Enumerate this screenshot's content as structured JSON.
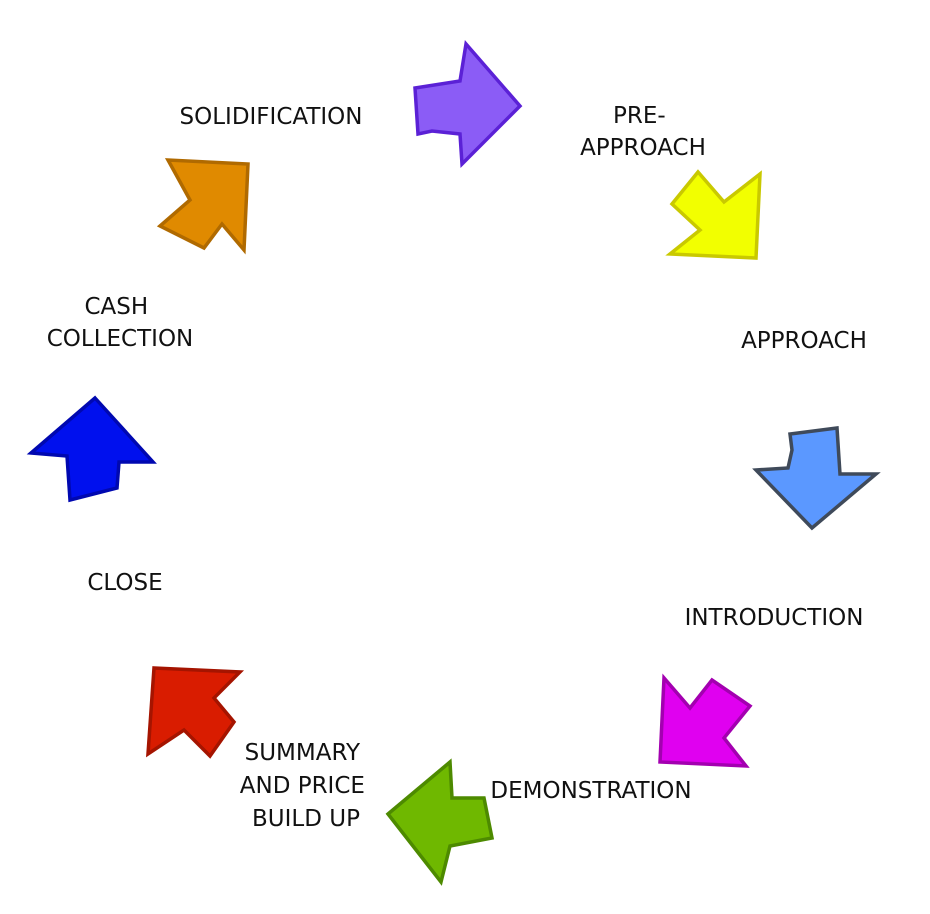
{
  "diagram": {
    "stages": [
      {
        "id": "pre-approach",
        "lines": [
          "PRE-",
          "APPROACH"
        ],
        "arrow_color": "#8b5cf6",
        "arrow_stroke": "#5b21d6"
      },
      {
        "id": "approach",
        "lines": [
          "APPROACH"
        ],
        "arrow_color": "#f2ff00",
        "arrow_stroke": "#c9c900"
      },
      {
        "id": "introduction",
        "lines": [
          "INTRODUCTION"
        ],
        "arrow_color": "#5b98ff",
        "arrow_stroke": "#3f4a5a"
      },
      {
        "id": "demonstration",
        "lines": [
          "DEMONSTRATION"
        ],
        "arrow_color": "#e000f0",
        "arrow_stroke": "#a300b0"
      },
      {
        "id": "summary-and-price-build-up",
        "lines": [
          "SUMMARY",
          "AND PRICE",
          "BUILD UP"
        ],
        "arrow_color": "#6fb800",
        "arrow_stroke": "#4d8a00"
      },
      {
        "id": "close",
        "lines": [
          "CLOSE"
        ],
        "arrow_color": "#d91c00",
        "arrow_stroke": "#a51400"
      },
      {
        "id": "cash-collection",
        "lines": [
          "CASH",
          "COLLECTION"
        ],
        "arrow_color": "#0010ee",
        "arrow_stroke": "#0008b0"
      },
      {
        "id": "solidification",
        "lines": [
          "SOLIDIFICATION"
        ],
        "arrow_color": "#e08a00",
        "arrow_stroke": "#b06a00"
      }
    ]
  }
}
